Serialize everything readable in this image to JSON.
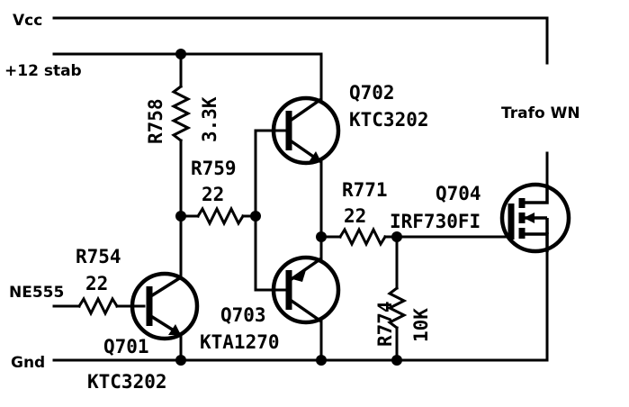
{
  "nets": {
    "vcc": "Vcc",
    "stab12": "+12 stab",
    "input": "NE555",
    "gnd": "Gnd",
    "load": "Trafo WN"
  },
  "components": {
    "r758": {
      "ref": "R758",
      "value": "3.3K"
    },
    "r759": {
      "ref": "R759",
      "value": "22"
    },
    "r754": {
      "ref": "R754",
      "value": "22"
    },
    "r771": {
      "ref": "R771",
      "value": "22"
    },
    "r774": {
      "ref": "R774",
      "value": "10K"
    },
    "q701": {
      "ref": "Q701",
      "part": "KTC3202"
    },
    "q702": {
      "ref": "Q702",
      "part": "KTC3202"
    },
    "q703": {
      "ref": "Q703",
      "part": "KTA1270"
    },
    "q704": {
      "ref": "Q704",
      "part": "IRF730FI"
    }
  }
}
